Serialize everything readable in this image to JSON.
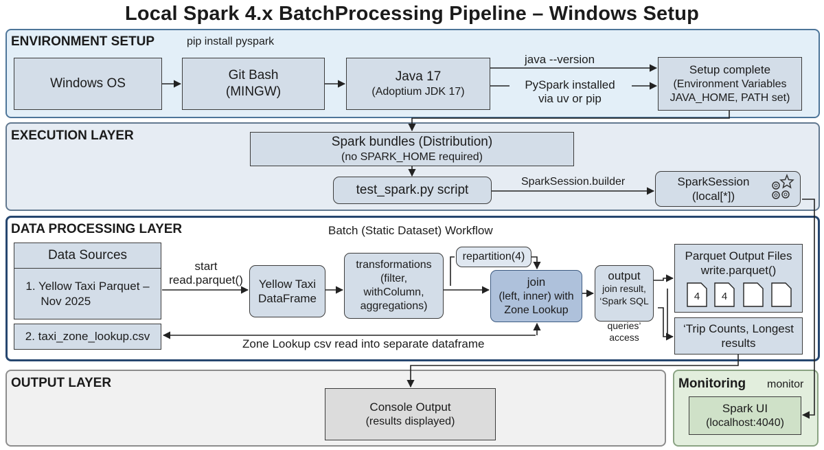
{
  "title": "Local Spark 4.x BatchProcessing Pipeline – Windows Setup",
  "environment": {
    "label": "ENVIRONMENT SETUP",
    "note": "pip install pyspark",
    "windows": "Windows OS",
    "gitbash": [
      "Git Bash",
      "(MINGW)"
    ],
    "java": [
      "Java 17",
      "(Adoptium JDK 17)"
    ],
    "java_version": "java --version",
    "pyspark": [
      "PySpark installed",
      "via uv or pip"
    ],
    "setup": [
      "Setup complete",
      "(Environment Variables",
      "JAVA_HOME, PATH set)"
    ]
  },
  "execution": {
    "label": "EXECUTION LAYER",
    "bundles": [
      "Spark bundles (Distribution)",
      "(no SPARK_HOME required)"
    ],
    "script": "test_spark.py script",
    "builder": "SparkSession.builder",
    "session": [
      "SparkSession",
      "(local[*])"
    ]
  },
  "processing": {
    "label": "DATA PROCESSING LAYER",
    "subtitle": "Batch (Static Dataset) Workflow",
    "sources_title": "Data Sources",
    "source1": [
      "1. Yellow Taxi Parquet –",
      "Nov 2025"
    ],
    "source2": "2. taxi_zone_lookup.csv",
    "start": [
      "start",
      "read.parquet()"
    ],
    "df": [
      "Yellow Taxi",
      "DataFrame"
    ],
    "transform": [
      "transformations",
      "(filter,",
      "withColumn,",
      "aggregations)"
    ],
    "repartition": "repartition(4)",
    "join": [
      "join",
      "(left, inner) with",
      "Zone Lookup"
    ],
    "output": "output",
    "output_note": [
      "join result,",
      "‘Spark SQL",
      "queries’",
      "access"
    ],
    "parquet": [
      "Parquet Output Files",
      "write.parquet()"
    ],
    "files": [
      "4",
      "4",
      "",
      ""
    ],
    "trip": [
      "‘Trip Counts, Longest",
      "results"
    ],
    "zone_csv": "Zone Lookup csv read into separate dataframe"
  },
  "output_layer": {
    "label": "OUTPUT LAYER",
    "console": [
      "Console Output",
      "(results displayed)"
    ]
  },
  "monitoring": {
    "label": "Monitoring",
    "note": "monitor",
    "ui": [
      "Spark UI",
      "(localhost:4040)"
    ]
  }
}
